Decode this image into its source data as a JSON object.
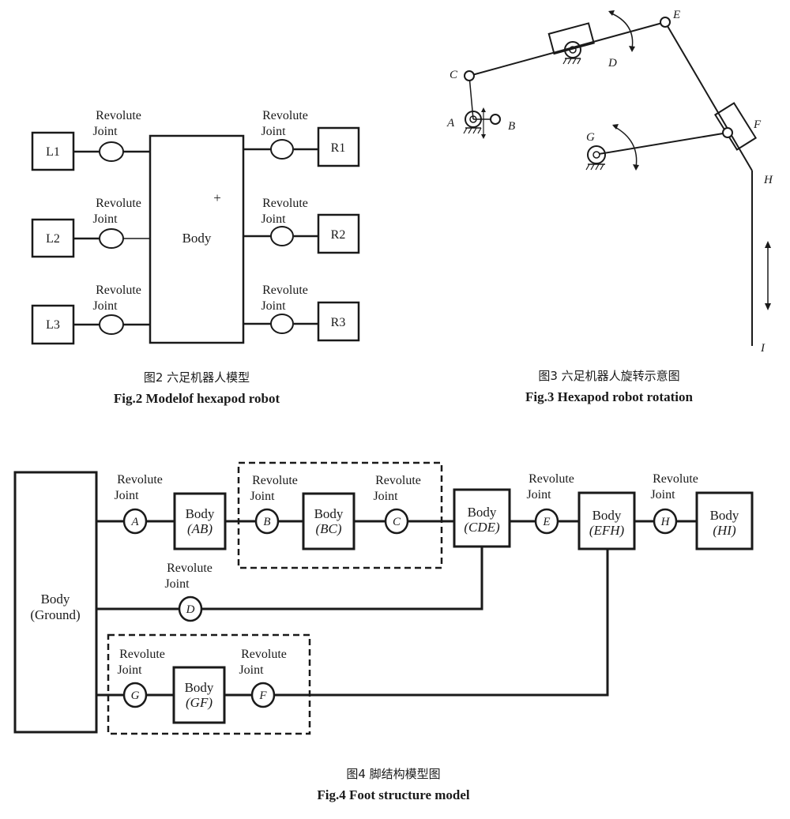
{
  "fig2": {
    "caption_cn": "图2  六足机器人模型",
    "caption_en": "Fig.2  Modelof hexapod robot",
    "body_label": "Body",
    "plus": "+",
    "joint_line1": "Revolute",
    "joint_line2": "Joint",
    "left_legs": [
      "L1",
      "L2",
      "L3"
    ],
    "right_legs": [
      "R1",
      "R2",
      "R3"
    ]
  },
  "fig3": {
    "caption_cn": "图3  六足机器人旋转示意图",
    "caption_en": "Fig.3  Hexapod robot rotation",
    "points": {
      "A": "A",
      "B": "B",
      "C": "C",
      "D": "D",
      "E": "E",
      "F": "F",
      "G": "G",
      "H": "H",
      "I": "I"
    }
  },
  "fig4": {
    "caption_cn": "图4  脚结构模型图",
    "caption_en": "Fig.4  Foot structure model",
    "joint_line1": "Revolute",
    "joint_line2": "Joint",
    "ground": {
      "line1": "Body",
      "line2": "(Ground)"
    },
    "bodies": [
      {
        "line1": "Body",
        "line2": "(AB)"
      },
      {
        "line1": "Body",
        "line2": "(BC)"
      },
      {
        "line1": "Body",
        "line2": "(CDE)"
      },
      {
        "line1": "Body",
        "line2": "(EFH)"
      },
      {
        "line1": "Body",
        "line2": "(HI)"
      },
      {
        "line1": "Body",
        "line2": "(GF)"
      }
    ],
    "joints": {
      "A": "A",
      "B": "B",
      "C": "C",
      "D": "D",
      "E": "E",
      "F": "F",
      "G": "G",
      "H": "H"
    }
  }
}
